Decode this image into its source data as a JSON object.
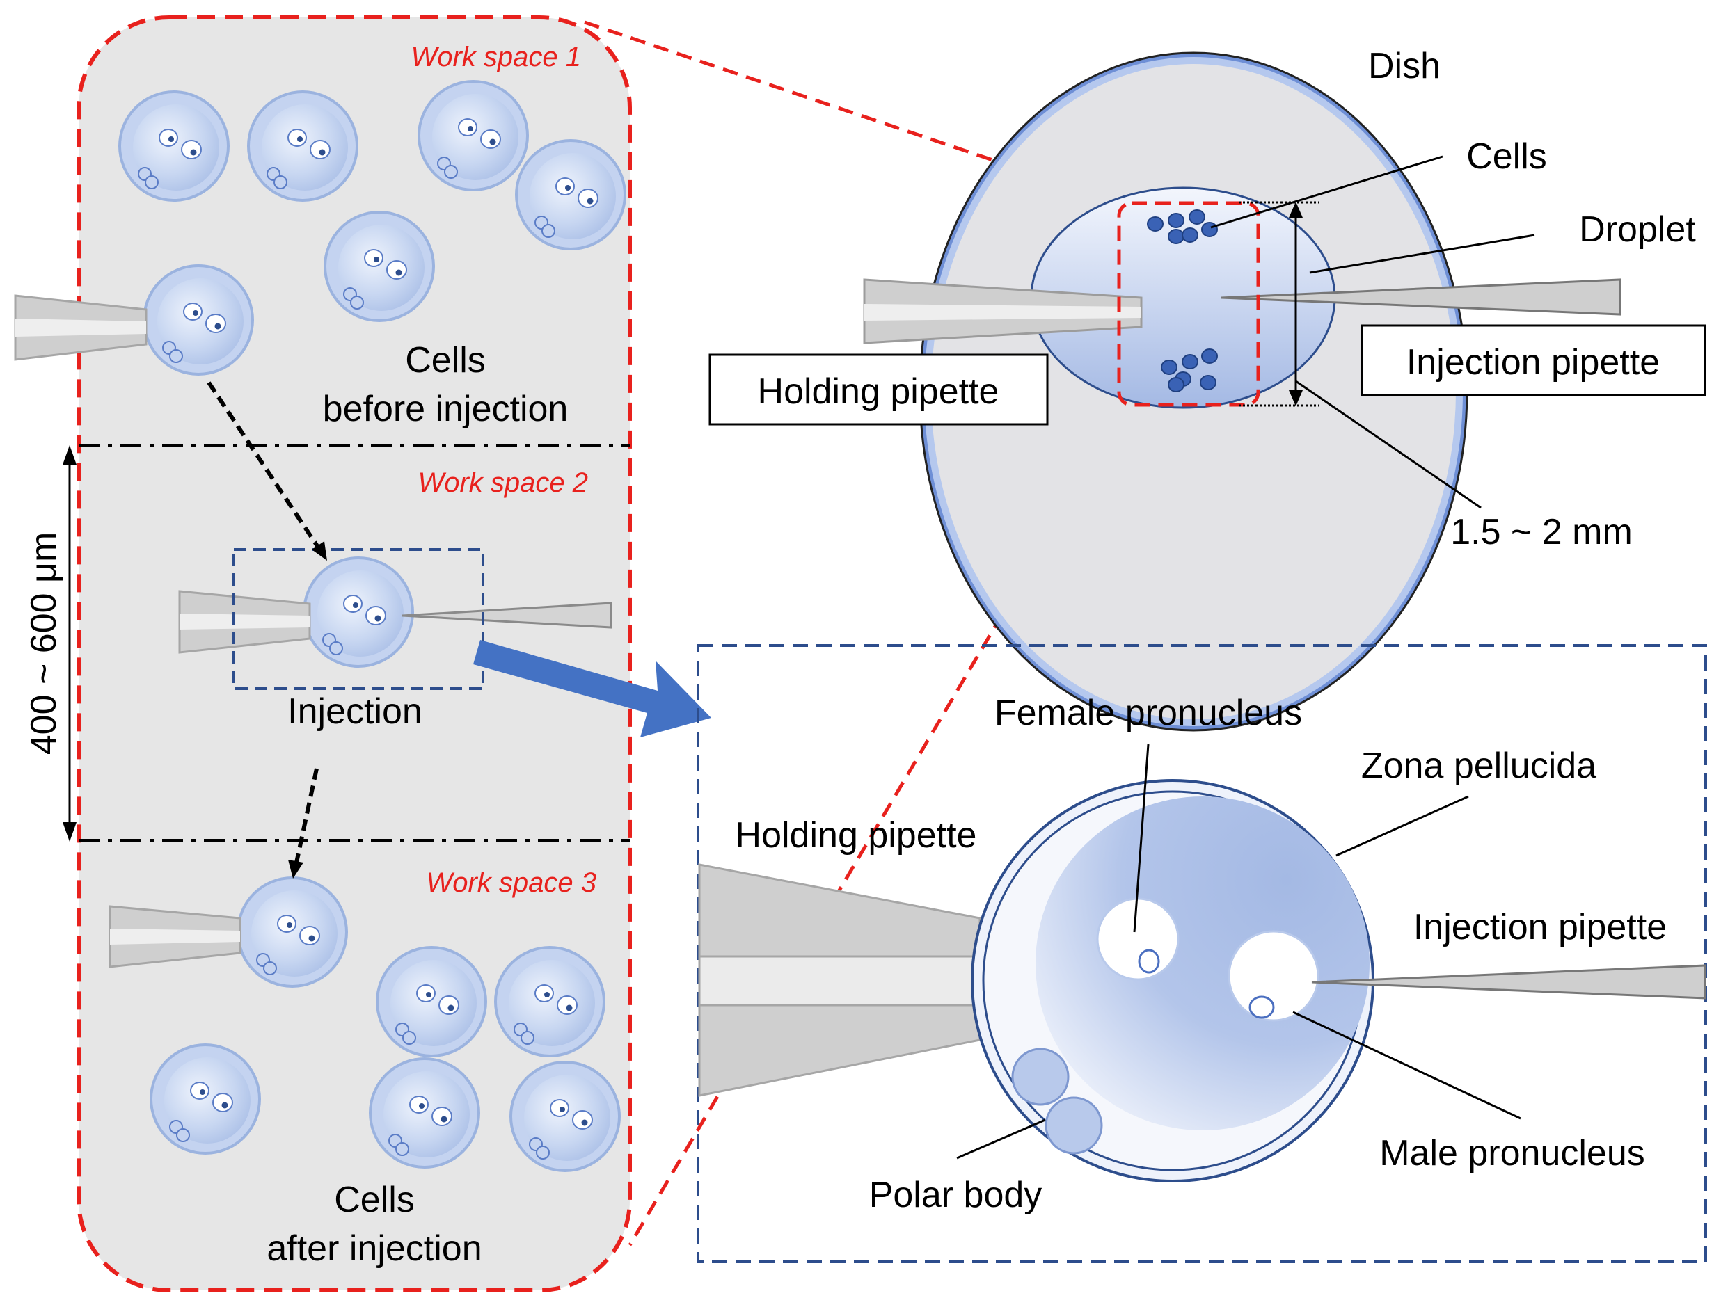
{
  "colors": {
    "workspace_border": "#e8211d",
    "zoom_border": "#2d4d8c",
    "panel_fill": "#e6e6e6",
    "cell_fill": "#b4c7eb",
    "cell_stroke": "#9bb3df",
    "zoom_arrow": "#4472c4",
    "pipette_fill": "#cfcfcf"
  },
  "workspaces": {
    "ws1_label": "Work space 1",
    "ws2_label": "Work space 2",
    "ws3_label": "Work space 3"
  },
  "left_panel": {
    "cells_before": [
      "Cells",
      "before injection"
    ],
    "injection": "Injection",
    "cells_after": [
      "Cells",
      "after injection"
    ],
    "distance": "400 ~ 600 μm"
  },
  "dish_view": {
    "dish": "Dish",
    "cells": "Cells",
    "droplet": "Droplet",
    "holding_pipette": "Holding pipette",
    "injection_pipette": "Injection pipette",
    "droplet_size": "1.5 ~ 2 mm"
  },
  "zygote_view": {
    "female_pronucleus": "Female pronucleus",
    "zona_pellucida": "Zona pellucida",
    "holding_pipette": "Holding pipette",
    "injection_pipette": "Injection pipette",
    "male_pronucleus": "Male pronucleus",
    "polar_body": "Polar body"
  }
}
